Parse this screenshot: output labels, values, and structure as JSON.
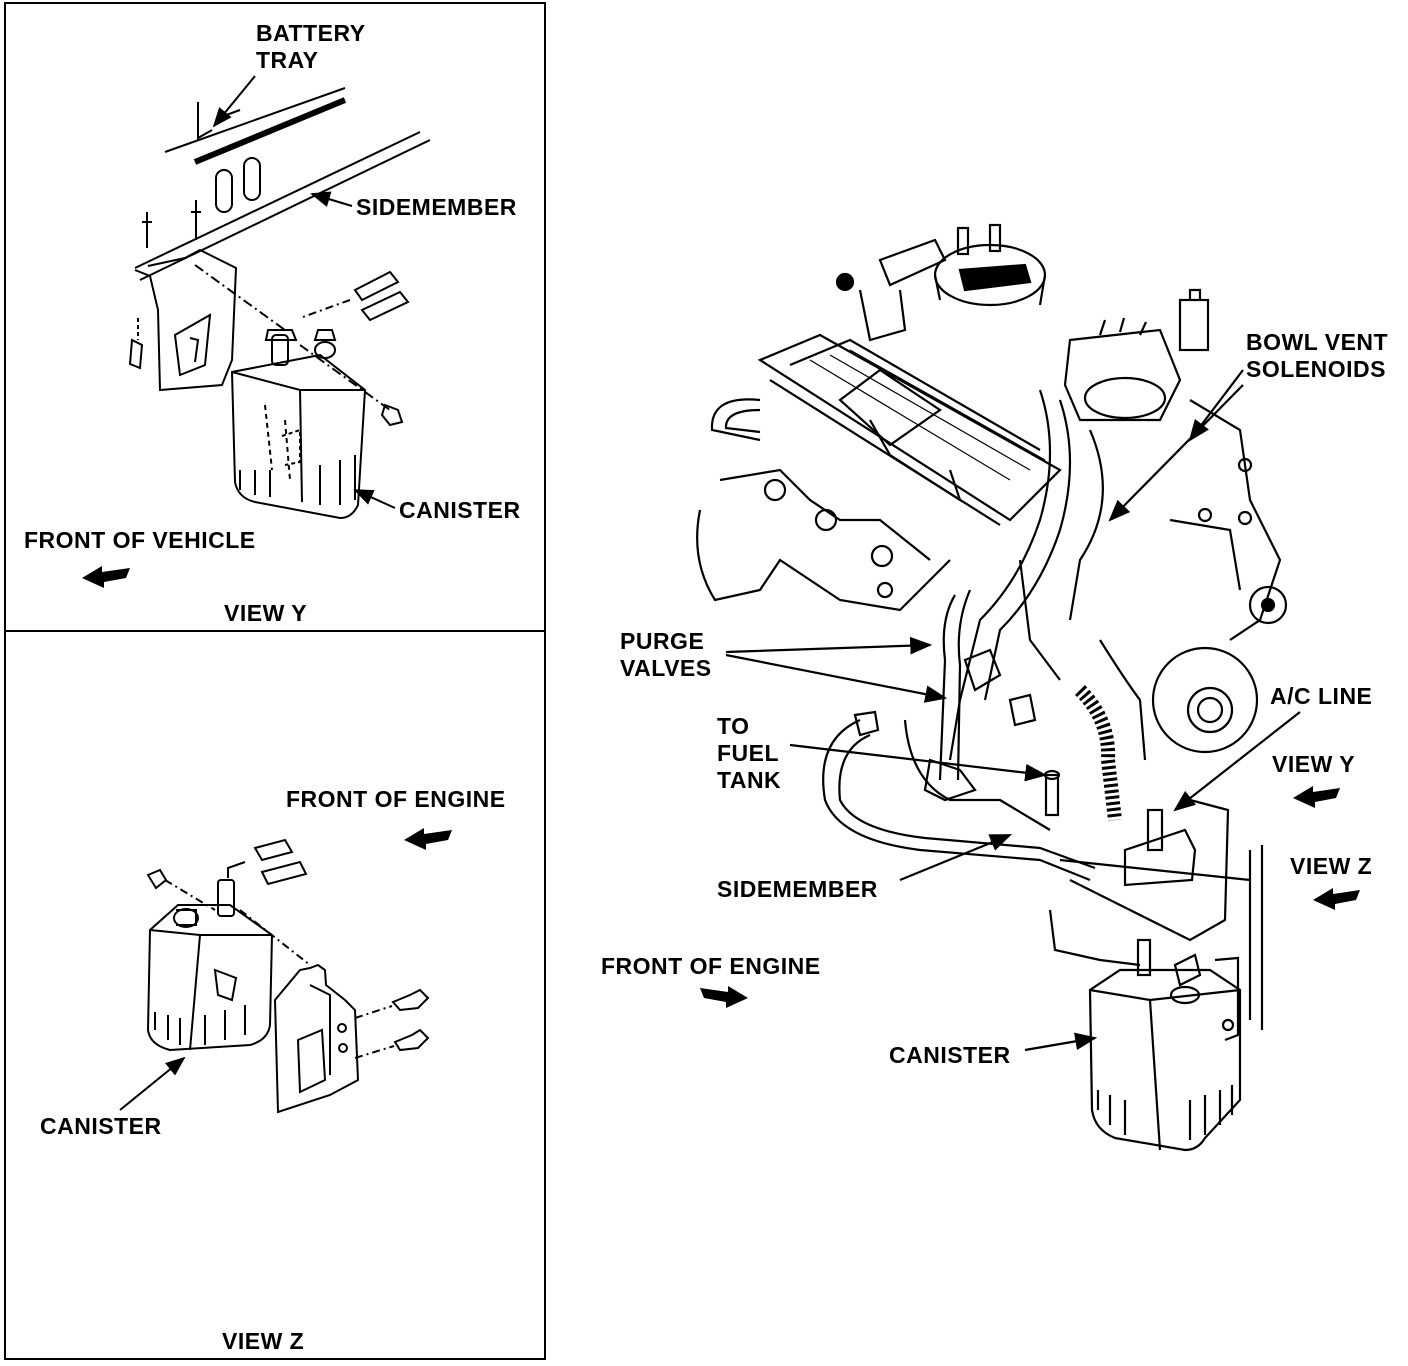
{
  "colors": {
    "ink": "#000000",
    "paper": "#ffffff"
  },
  "view_y_panel": {
    "battery_tray": "BATTERY\nTRAY",
    "sidemember": "SIDEMEMBER",
    "canister": "CANISTER",
    "front_of_vehicle": "FRONT OF VEHICLE",
    "title": "VIEW Y"
  },
  "view_z_panel": {
    "front_of_engine": "FRONT OF ENGINE",
    "canister": "CANISTER",
    "title": "VIEW Z"
  },
  "engine_view": {
    "bowl_vent_solenoids": "BOWL VENT\nSOLENOIDS",
    "purge_valves": "PURGE\nVALVES",
    "to_fuel_tank": "TO\nFUEL\nTANK",
    "ac_line": "A/C LINE",
    "view_y_ref": "VIEW Y",
    "view_z_ref": "VIEW Z",
    "sidemember": "SIDEMEMBER",
    "front_of_engine": "FRONT OF ENGINE",
    "canister": "CANISTER"
  }
}
